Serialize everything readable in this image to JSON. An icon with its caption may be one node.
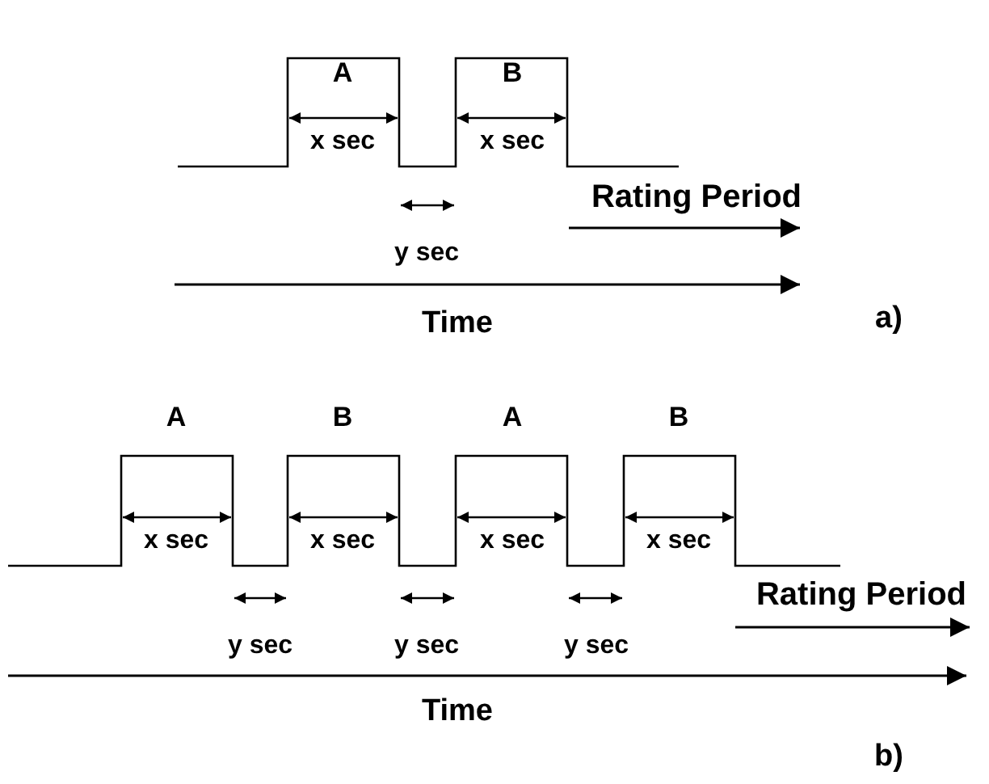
{
  "diagram": {
    "labels": [
      "A",
      "B",
      "x sec",
      "x sec",
      "y sec",
      "Rating Period",
      "Time",
      "a)",
      "A",
      "B",
      "A",
      "B",
      "x sec",
      "x sec",
      "x sec",
      "x sec",
      "y sec",
      "y sec",
      "y sec",
      "Rating Period",
      "Time",
      "b)"
    ]
  }
}
